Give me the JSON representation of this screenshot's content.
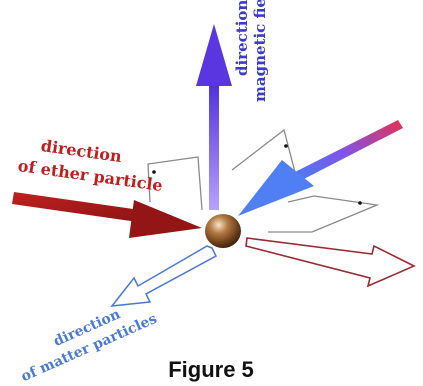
{
  "labels": {
    "magnetic_field": [
      "direction",
      "magnetic field"
    ],
    "ether_particle": [
      "direction",
      "of ether particle"
    ],
    "matter_particles": [
      "direction",
      "of matter particles"
    ]
  },
  "caption": "Figure 5",
  "colors": {
    "magnetic_field": "#6a3fe0",
    "ether_particle": "#a01818",
    "matter_particles": "#4a78d8",
    "incoming_blue": "#4b62ef",
    "incoming_red": "#e03a55",
    "outgoing_red": "#9b2b35",
    "sphere": "#7a4a23",
    "guides": "#8a8a8a"
  }
}
